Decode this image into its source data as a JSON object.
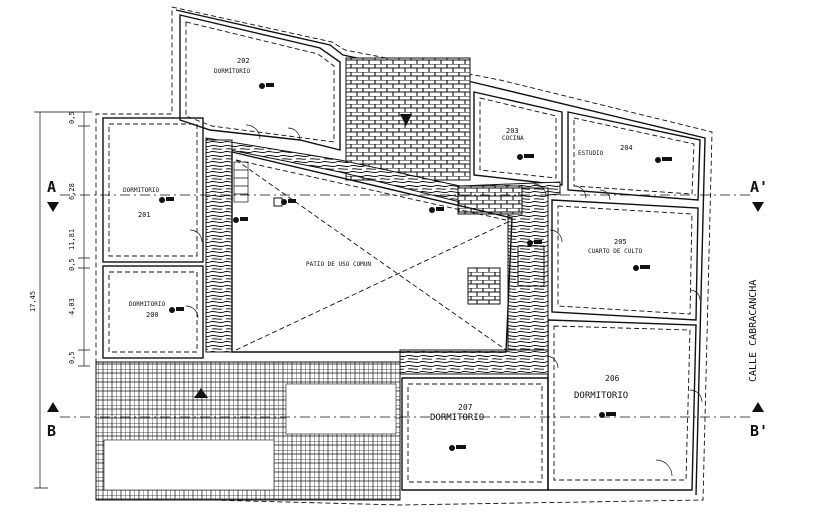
{
  "rooms": {
    "r202": {
      "number": "202",
      "name": "DORMITORIO"
    },
    "r201": {
      "number": "201",
      "name": "DORMITORIO"
    },
    "r200": {
      "number": "200",
      "name": "DORMITORIO"
    },
    "r203": {
      "number": "203",
      "name": "COCINA"
    },
    "r204": {
      "number": "204",
      "name": "ESTUDIO"
    },
    "r205": {
      "number": "205",
      "name": "CUARTO DE CULTO"
    },
    "r206": {
      "number": "206",
      "name": "DORMITORIO"
    },
    "r207": {
      "number": "207",
      "name": "DORMITORIO"
    },
    "patio": {
      "name": "PATIO DE USO COMUN"
    }
  },
  "street": {
    "name": "CALLE CABRACANCHA"
  },
  "sections": {
    "a_left": "A",
    "a_right": "A'",
    "b_left": "B",
    "b_right": "B'"
  },
  "dimensions": {
    "total": "17,45",
    "d1": "0,5",
    "d2": "6,28",
    "d3": "11,81",
    "d4": "0,5",
    "d5": "4,03",
    "d6": "0,5"
  }
}
